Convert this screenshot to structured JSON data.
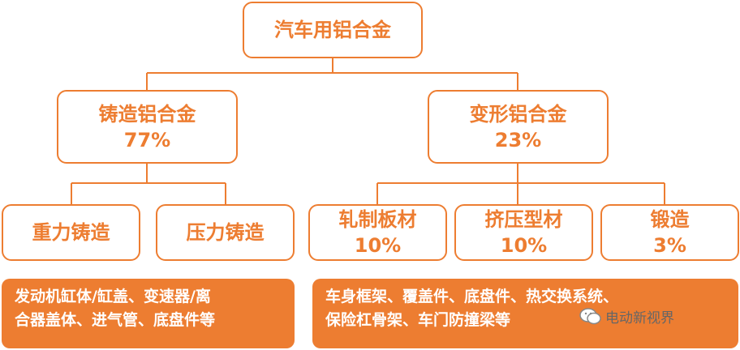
{
  "root": {
    "label": "汽车用铝合金"
  },
  "cast": {
    "label": "铸造铝合金",
    "share": "77%"
  },
  "wrought": {
    "label": "变形铝合金",
    "share": "23%"
  },
  "gravity": {
    "label": "重力铸造"
  },
  "pressure": {
    "label": "压力铸造"
  },
  "rolled": {
    "label": "轧制板材",
    "share": "10%"
  },
  "extruded": {
    "label": "挤压型材",
    "share": "10%"
  },
  "forged": {
    "label": "锻造",
    "share": "3%"
  },
  "cast_apps": {
    "line1": "发动机缸体/缸盖、变速器/离",
    "line2": "合器盖体、进气管、底盘件等"
  },
  "wrought_apps": {
    "line1": "车身框架、覆盖件、底盘件、热交换系统、",
    "line2": "保险杠骨架、车门防撞梁等"
  },
  "watermark": {
    "text": "电动新视界",
    "icon": "wechat-icon"
  },
  "colors": {
    "accent": "#ED7D31",
    "text_on_accent": "#FFFFFF",
    "line": "#ED7D31"
  }
}
